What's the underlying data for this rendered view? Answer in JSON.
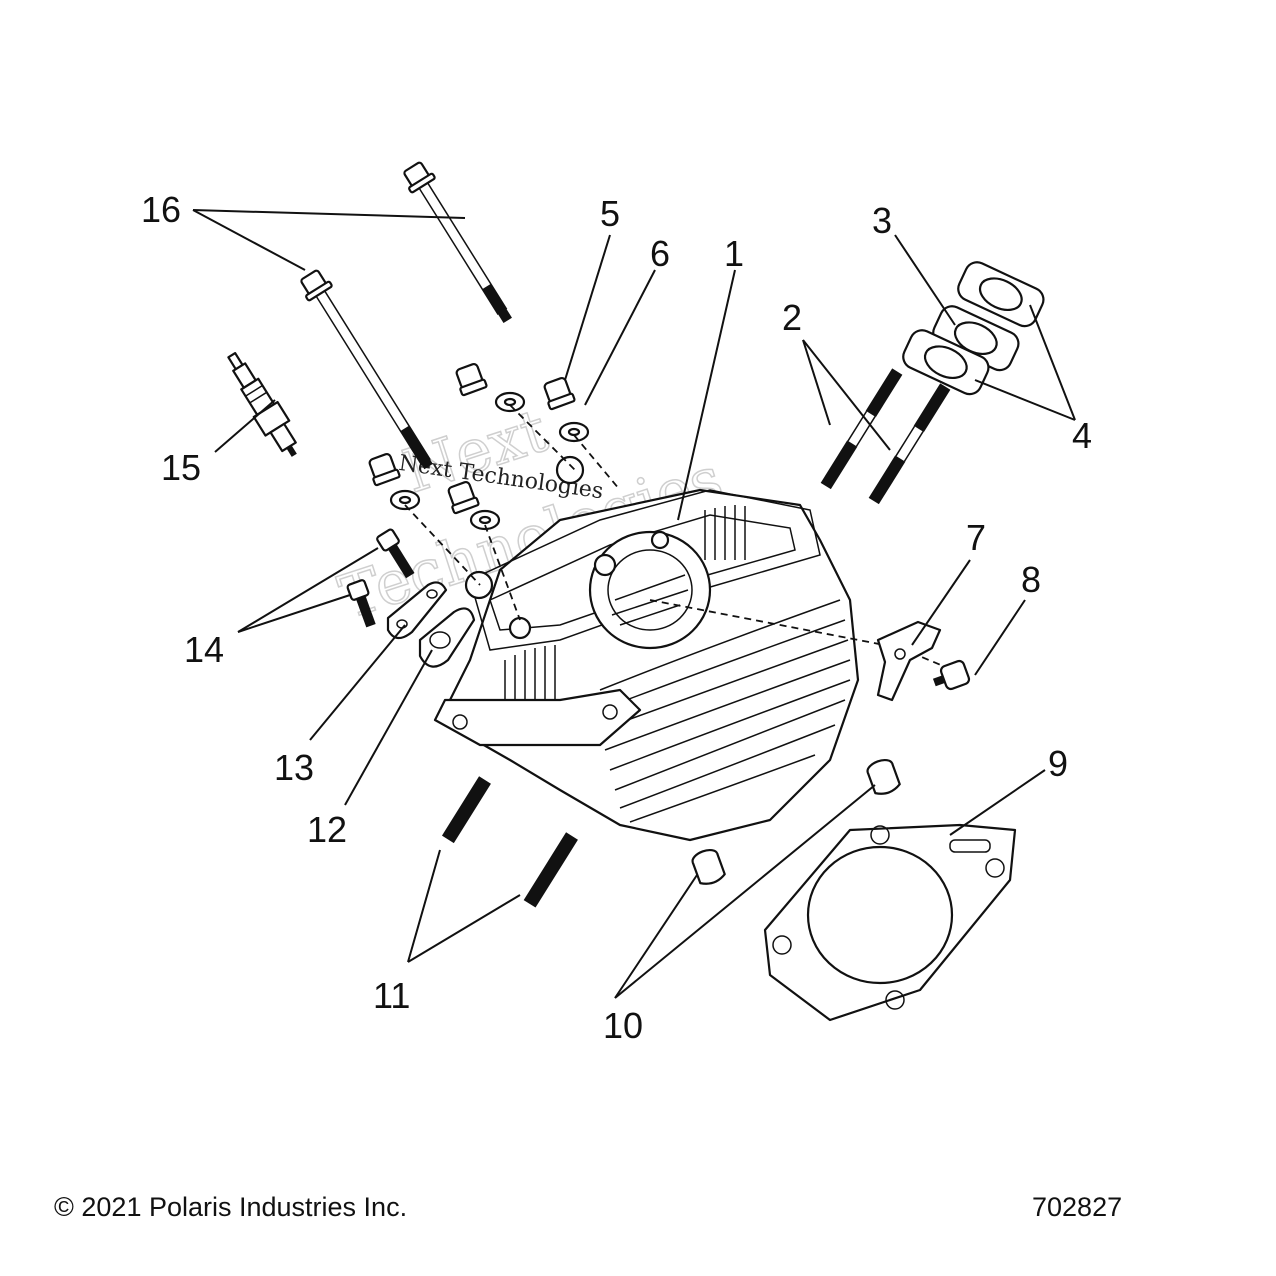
{
  "diagram": {
    "callouts": [
      {
        "id": "1",
        "label": "1"
      },
      {
        "id": "2",
        "label": "2"
      },
      {
        "id": "3",
        "label": "3"
      },
      {
        "id": "4",
        "label": "4"
      },
      {
        "id": "5",
        "label": "5"
      },
      {
        "id": "6",
        "label": "6"
      },
      {
        "id": "7",
        "label": "7"
      },
      {
        "id": "8",
        "label": "8"
      },
      {
        "id": "9",
        "label": "9"
      },
      {
        "id": "10",
        "label": "10"
      },
      {
        "id": "11",
        "label": "11"
      },
      {
        "id": "12",
        "label": "12"
      },
      {
        "id": "13",
        "label": "13"
      },
      {
        "id": "14",
        "label": "14"
      },
      {
        "id": "15",
        "label": "15"
      },
      {
        "id": "16",
        "label": "16"
      }
    ],
    "watermark": {
      "line1": "Next",
      "line2": "Technologies",
      "overlay": "Next Technologies"
    }
  },
  "footer": {
    "copyright": "© 2021 Polaris Industries Inc.",
    "drawing_number": "702827"
  }
}
